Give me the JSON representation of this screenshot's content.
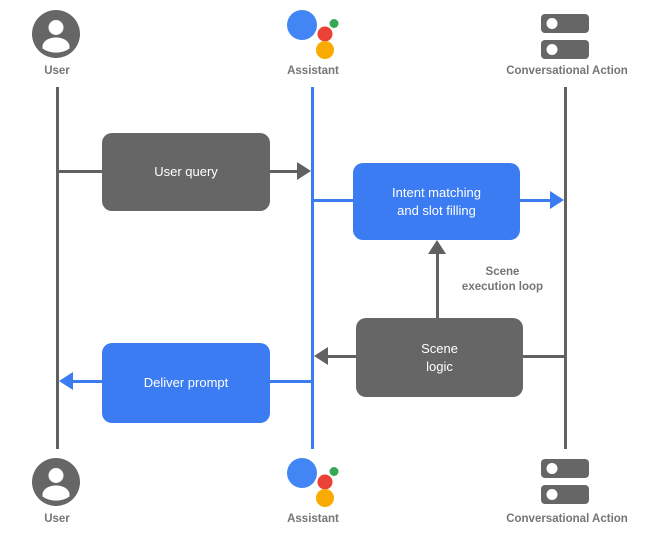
{
  "actors": {
    "top": {
      "user": {
        "label": "User",
        "icon": "user-icon"
      },
      "assistant": {
        "label": "Assistant",
        "icon": "google-assistant-icon"
      },
      "conversational_action": {
        "label": "Conversational Action",
        "icon": "server-stack-icon"
      }
    },
    "bottom": {
      "user": {
        "label": "User",
        "icon": "user-icon"
      },
      "assistant": {
        "label": "Assistant",
        "icon": "google-assistant-icon"
      },
      "conversational_action": {
        "label": "Conversational Action",
        "icon": "server-stack-icon"
      }
    }
  },
  "nodes": {
    "user_query": {
      "label": "User query",
      "color": "#666666"
    },
    "intent_matching": {
      "line1": "Intent matching",
      "line2": "and slot filling",
      "color": "#3B7CF2"
    },
    "scene_logic": {
      "line1": "Scene",
      "line2": "logic",
      "color": "#666666"
    },
    "deliver_prompt": {
      "label": "Deliver prompt",
      "color": "#3B7CF2"
    }
  },
  "annotations": {
    "scene_execution_loop": {
      "line1": "Scene",
      "line2": "execution loop"
    }
  },
  "colors": {
    "node_gray": "#666666",
    "node_blue": "#3B7CF2",
    "line_gray": "#616161",
    "line_blue": "#3B7CF2",
    "label_gray": "#757575",
    "assistant_logo_blue": "#4285F4",
    "assistant_logo_red": "#EA4335",
    "assistant_logo_yellow": "#F9AB00",
    "assistant_logo_green": "#34A853"
  }
}
